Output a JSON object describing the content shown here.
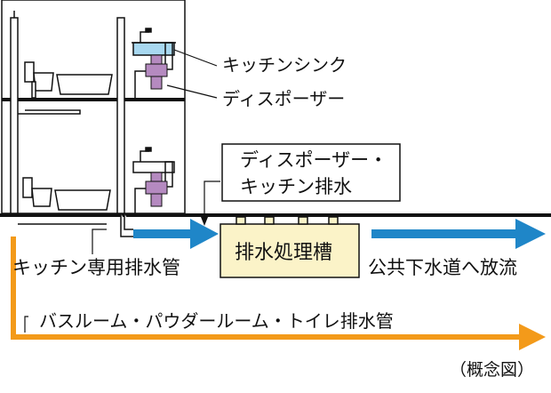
{
  "labels": {
    "kitchen_sink": "キッチンシンク",
    "disposer": "ディスポーザー",
    "disposer_kitchen_drain_line1": "ディスポーザー・",
    "disposer_kitchen_drain_line2": "キッチン排水",
    "kitchen_drain_pipe": "キッチン専用排水管",
    "treatment_tank": "排水処理槽",
    "public_sewer_discharge": "公共下水道へ放流",
    "bath_powder_toilet_pipe": "バスルーム・パウダールーム・トイレ排水管",
    "concept_note": "（概念図）"
  },
  "colors": {
    "flow_arrow_blue": "#1f86c8",
    "bath_pipe_orange": "#f39a1a",
    "tank_fill": "#fbf3c8",
    "disposer_purple": "#b58ac0",
    "sink_water": "#a8d8f0",
    "line": "#111111"
  }
}
